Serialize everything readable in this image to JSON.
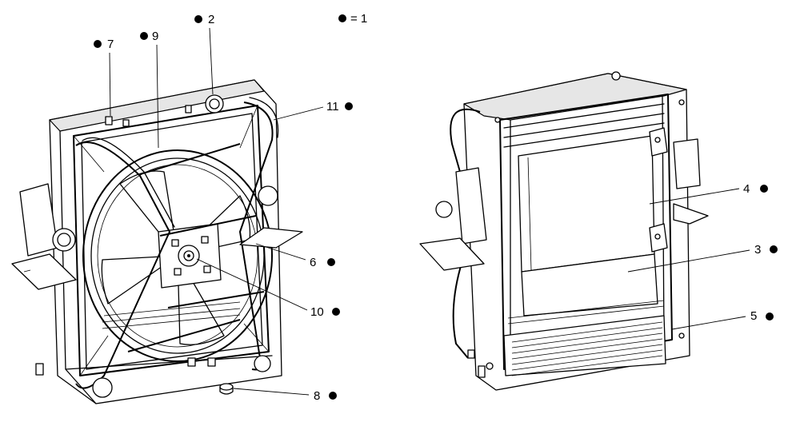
{
  "legend": {
    "marker": "●",
    "text": "= 1"
  },
  "callouts": [
    {
      "id": "c2",
      "text": "2"
    },
    {
      "id": "c3",
      "text": "3"
    },
    {
      "id": "c4",
      "text": "4"
    },
    {
      "id": "c5",
      "text": "5"
    },
    {
      "id": "c6",
      "text": "6"
    },
    {
      "id": "c7",
      "text": "7"
    },
    {
      "id": "c8",
      "text": "8"
    },
    {
      "id": "c9",
      "text": "9"
    },
    {
      "id": "c10",
      "text": "10"
    },
    {
      "id": "c11",
      "text": "11"
    }
  ]
}
